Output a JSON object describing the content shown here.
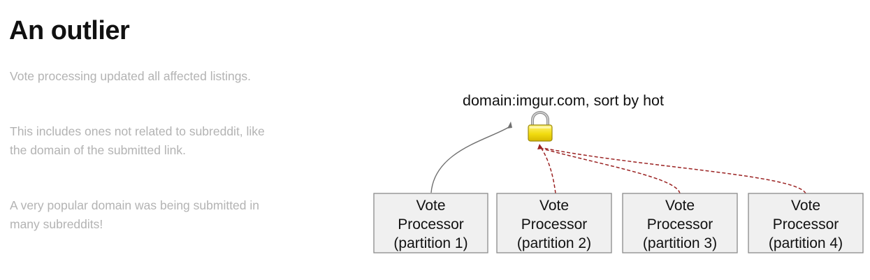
{
  "slide": {
    "title": "An outlier",
    "paragraphs": [
      "Vote processing updated all affected listings.",
      "This includes ones not related to subreddit, like the domain of the submitted link.",
      "A very popular domain was being submitted in many subreddits!"
    ]
  },
  "diagram": {
    "lock_label": "domain:imgur.com, sort by hot",
    "lock_icon": "padlock-icon",
    "colors": {
      "solid_arrow": "#707070",
      "dashed_arrow": "#9b2323",
      "lock_body": "#f2dc10",
      "box_fill": "#f0f0f0",
      "box_stroke": "#8a8a8a"
    },
    "processors": [
      {
        "line1": "Vote",
        "line2": "Processor",
        "line3": "(partition 1)",
        "status": "holding lock"
      },
      {
        "line1": "Vote",
        "line2": "Processor",
        "line3": "(partition 2)",
        "status": "waiting"
      },
      {
        "line1": "Vote",
        "line2": "Processor",
        "line3": "(partition 3)",
        "status": "waiting"
      },
      {
        "line1": "Vote",
        "line2": "Processor",
        "line3": "(partition 4)",
        "status": "waiting"
      }
    ]
  }
}
